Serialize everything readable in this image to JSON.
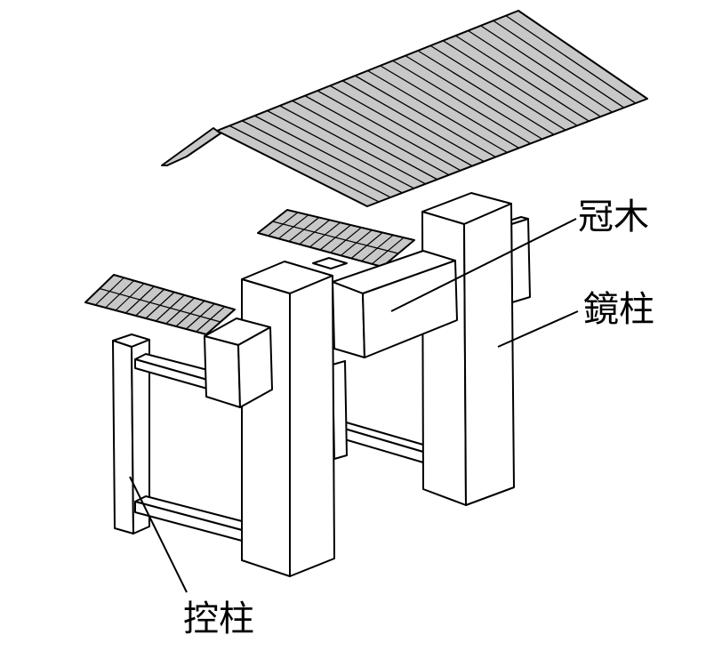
{
  "labels": {
    "kasagi": "冠木",
    "kagami_bashira": "鏡柱",
    "hikae_bashira": "控柱"
  },
  "colors": {
    "stroke": "#000000",
    "face": "#ffffff",
    "roof": "#c8c8c8"
  }
}
